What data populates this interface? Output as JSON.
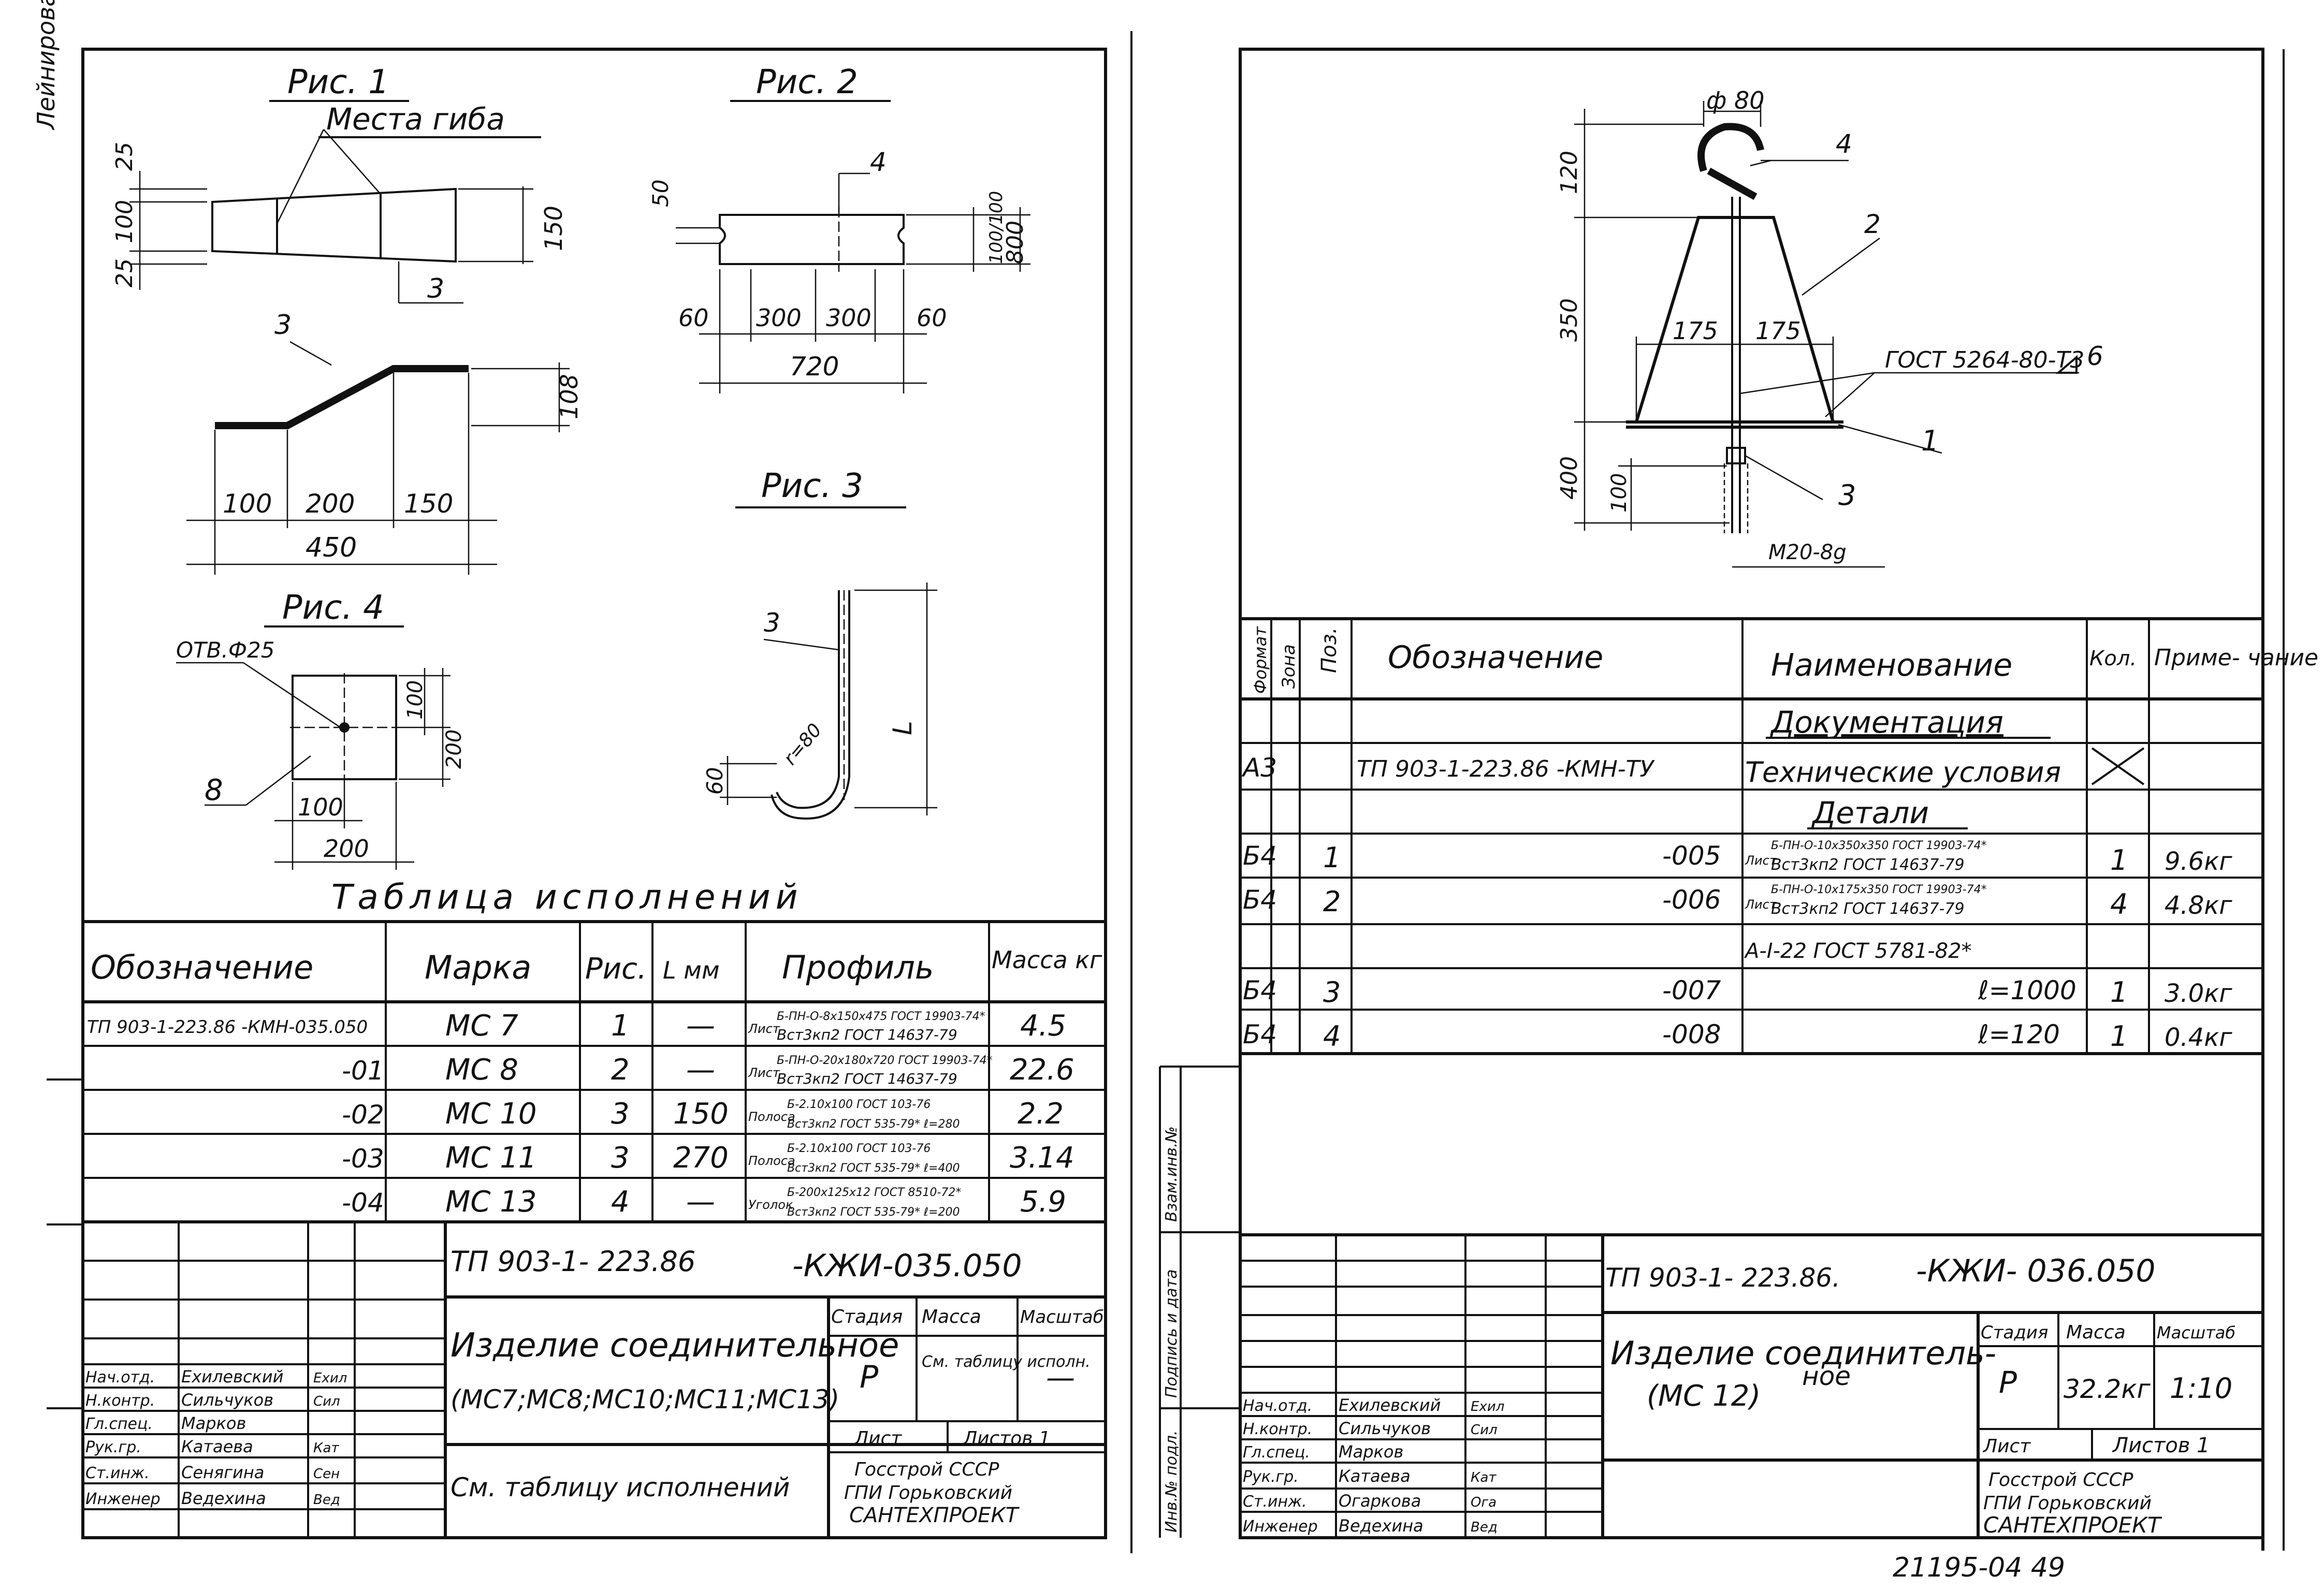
{
  "left_sheet": {
    "side_note": "Лейнирова-а",
    "fig1": {
      "title": "Рис. 1",
      "bend_label": "Места гиба",
      "pos": "3",
      "dims": {
        "d25a": "25",
        "d100": "100",
        "d25b": "25",
        "d150": "150",
        "d108": "108",
        "d100h": "100",
        "d200h": "200",
        "d150h": "150",
        "d450": "450"
      },
      "pos_bent": "3"
    },
    "fig2": {
      "title": "Рис. 2",
      "pos": "4",
      "dims": {
        "d50": "50",
        "d60a": "60",
        "d300a": "300",
        "d300b": "300",
        "d60b": "60",
        "d720": "720",
        "d100a": "100/100",
        "d800": "800"
      }
    },
    "fig3": {
      "title": "Рис. 3",
      "pos": "3",
      "r": "r=80",
      "d60": "60",
      "L": "L"
    },
    "fig4": {
      "title": "Рис. 4",
      "hole": "ОТВ.Ф25",
      "pos": "8",
      "d100h": "100",
      "d200": "200",
      "d100v": "100",
      "d200v": "200"
    },
    "table_title": "Таблица исполнений",
    "table": {
      "headers": [
        "Обозначение",
        "Марка",
        "Рис.",
        "L мм",
        "Профиль",
        "Масса кг"
      ],
      "rows": [
        {
          "designation": "ТП 903-1-223.86 -КМН-035.050",
          "mark": "МС 7",
          "fig": "1",
          "L": "—",
          "p_kind": "Лист",
          "p_top": "Б-ПН-О-8х150х475 ГОСТ 19903-74*",
          "p_bot": "Вст3кп2 ГОСТ 14637-79",
          "mass": "4.5"
        },
        {
          "designation": "-01",
          "mark": "МС 8",
          "fig": "2",
          "L": "—",
          "p_kind": "Лист",
          "p_top": "Б-ПН-О-20х180х720 ГОСТ 19903-74*",
          "p_bot": "Вст3кп2 ГОСТ 14637-79",
          "mass": "22.6"
        },
        {
          "designation": "-02",
          "mark": "МС 10",
          "fig": "3",
          "L": "150",
          "p_kind": "Полоса",
          "p_top": "Б-2.10х100 ГОСТ 103-76",
          "p_bot": "Вст3кп2 ГОСТ 535-79* ℓ=280",
          "mass": "2.2"
        },
        {
          "designation": "-03",
          "mark": "МС 11",
          "fig": "3",
          "L": "270",
          "p_kind": "Полоса",
          "p_top": "Б-2.10х100 ГОСТ 103-76",
          "p_bot": "Вст3кп2 ГОСТ 535-79* ℓ=400",
          "mass": "3.14"
        },
        {
          "designation": "-04",
          "mark": "МС 13",
          "fig": "4",
          "L": "—",
          "p_kind": "Уголок",
          "p_top": "Б-200х125х12 ГОСТ 8510-72*",
          "p_bot": "Вст3кп2 ГОСТ 535-79* ℓ=200",
          "mass": "5.9"
        }
      ]
    },
    "stamp": {
      "code": "ТП 903-1- 223.86",
      "code_suffix": "-КЖИ-035.050",
      "title": "Изделие соединительное",
      "subtitle": "(МС7;МС8;МС10;МС11;МС13)",
      "note": "См. таблицу исполнений",
      "stage_h": "Стадия",
      "mass_h": "Масса",
      "scale_h": "Масштаб",
      "stage": "Р",
      "mass": "См. таблицу исполн.",
      "scale": "—",
      "sheet": "Лист",
      "sheets": "Листов 1",
      "org": [
        "Госстрой СССР",
        "ГПИ Горьковский",
        "САНТЕХПРОЕКТ"
      ],
      "people": [
        {
          "role": "Нач.отд.",
          "name": "Ехилевский",
          "sign": "Ехил"
        },
        {
          "role": "Н.контр.",
          "name": "Сильчуков",
          "sign": "Сил"
        },
        {
          "role": "Гл.спец.",
          "name": "Марков",
          "sign": ""
        },
        {
          "role": "Рук.гр.",
          "name": "Катаева",
          "sign": "Кат"
        },
        {
          "role": "Ст.инж.",
          "name": "Сенягина",
          "sign": "Сен"
        },
        {
          "role": "Инженер",
          "name": "Ведехина",
          "sign": "Вед"
        }
      ]
    }
  },
  "right_sheet": {
    "drawing": {
      "d80": "ф 80",
      "d120": "120",
      "d350": "350",
      "d400": "400",
      "d100": "100",
      "d175a": "175",
      "d175b": "175",
      "weld": "ГОСТ 5264-80-Т3",
      "weld_leg": "6",
      "pos1": "1",
      "pos2": "2",
      "pos3": "3",
      "pos4": "4",
      "bolt": "М20-8g"
    },
    "spec_headers": {
      "format": "Формат",
      "zone": "Зона",
      "pos": "Поз.",
      "designation": "Обозначение",
      "name": "Наименование",
      "qty": "Кол.",
      "note": "Приме- чание"
    },
    "section_docs": "Документация",
    "section_parts": "Детали",
    "doc_row": {
      "format": "А3",
      "designation": "ТП 903-1-223.86 -КМН-ТУ",
      "name": "Технические условия"
    },
    "parts": [
      {
        "format": "Б4",
        "pos": "1",
        "designation": "-005",
        "kind": "Лист",
        "top": "Б-ПН-О-10х350х350 ГОСТ 19903-74*",
        "bot": "Вст3кп2 ГОСТ 14637-79",
        "qty": "1",
        "note": "9.6кг"
      },
      {
        "format": "Б4",
        "pos": "2",
        "designation": "-006",
        "kind": "Лист",
        "top": "Б-ПН-О-10х175х350 ГОСТ 19903-74*",
        "bot": "Вст3кп2 ГОСТ 14637-79",
        "qty": "4",
        "note": "4.8кг"
      },
      {
        "format": "",
        "pos": "",
        "designation": "",
        "kind": "",
        "top": "",
        "bot": "А-I-22 ГОСТ 5781-82*",
        "qty": "",
        "note": ""
      },
      {
        "format": "Б4",
        "pos": "3",
        "designation": "-007",
        "kind": "",
        "top": "",
        "bot": "ℓ=1000",
        "qty": "1",
        "note": "3.0кг"
      },
      {
        "format": "Б4",
        "pos": "4",
        "designation": "-008",
        "kind": "",
        "top": "",
        "bot": "ℓ=120",
        "qty": "1",
        "note": "0.4кг"
      }
    ],
    "side_labels": [
      "Взам.инв.№",
      "Подпись и дата",
      "Инв.№ подл."
    ],
    "stamp": {
      "code": "ТП 903-1- 223.86.",
      "code_suffix": "-КЖИ- 036.050",
      "title": "Изделие соединитель-",
      "title2": "ное",
      "subtitle": "(МС 12)",
      "stage_h": "Стадия",
      "mass_h": "Масса",
      "scale_h": "Масштаб",
      "stage": "Р",
      "mass": "32.2кг",
      "scale": "1:10",
      "sheet": "Лист",
      "sheets": "Листов 1",
      "org": [
        "Госстрой СССР",
        "ГПИ Горьковский",
        "САНТЕХПРОЕКТ"
      ],
      "people": [
        {
          "role": "Нач.отд.",
          "name": "Ехилевский",
          "sign": "Ехил"
        },
        {
          "role": "Н.контр.",
          "name": "Сильчуков",
          "sign": "Сил"
        },
        {
          "role": "Гл.спец.",
          "name": "Марков",
          "sign": ""
        },
        {
          "role": "Рук.гр.",
          "name": "Катаева",
          "sign": "Кат"
        },
        {
          "role": "Ст.инж.",
          "name": "Огаркова",
          "sign": "Ога"
        },
        {
          "role": "Инженер",
          "name": "Ведехина",
          "sign": "Вед"
        }
      ]
    },
    "footer_number": "21195-04  49"
  }
}
